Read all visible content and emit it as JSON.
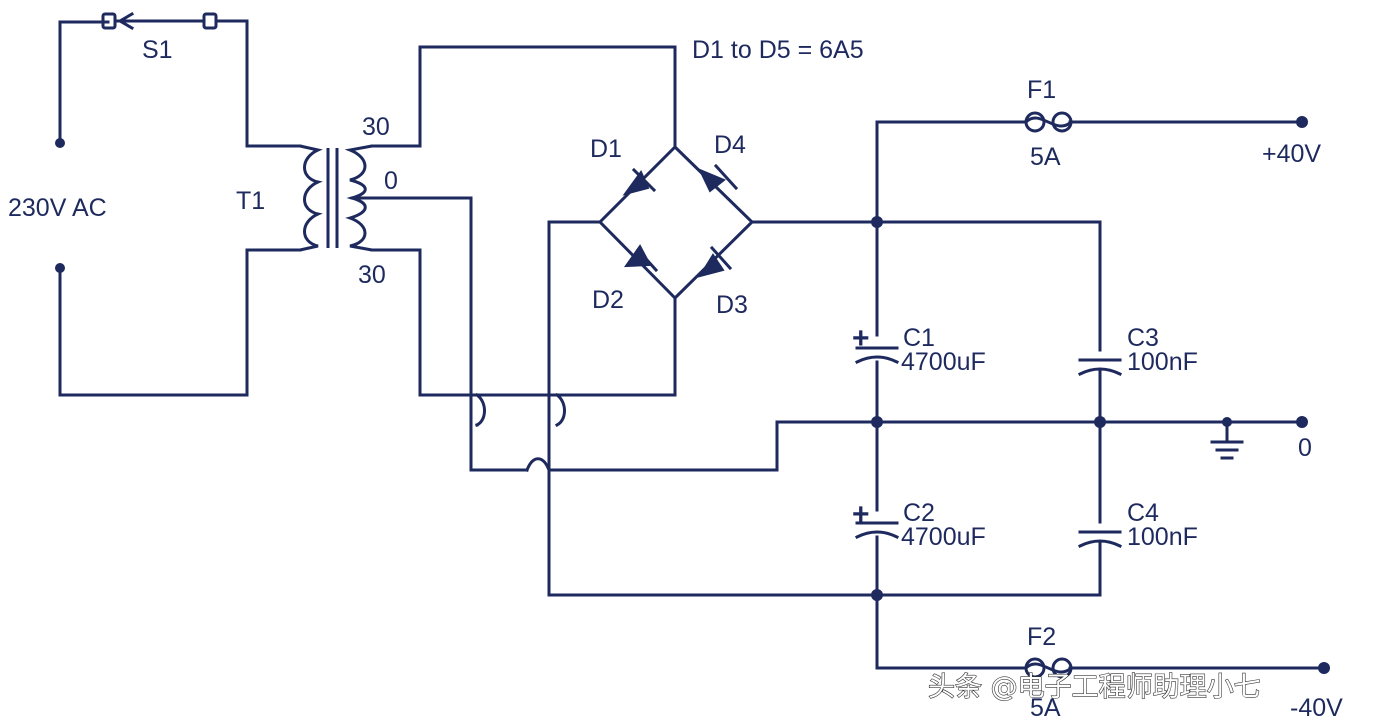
{
  "labels": {
    "switch": "S1",
    "mains": "230V AC",
    "transformer": "T1",
    "tap_top": "30",
    "tap_center": "0",
    "tap_bottom": "30",
    "diode_note": "D1 to D5 = 6A5",
    "d1": "D1",
    "d2": "D2",
    "d3": "D3",
    "d4": "D4",
    "fuse1": "F1",
    "fuse1_rating": "5A",
    "fuse2": "F2",
    "fuse2_rating": "5A",
    "out_pos": "+40V",
    "out_zero": "0",
    "out_neg": "-40V",
    "c1": "C1",
    "c1_value": "4700uF",
    "c2": "C2",
    "c2_value": "4700uF",
    "c3": "C3",
    "c3_value": "100nF",
    "c4": "C4",
    "c4_value": "100nF",
    "polarity_plus": "+"
  },
  "watermark": "头条 @电子工程师助理小七",
  "colors": {
    "ink": "#1e2a5e",
    "background": "#ffffff"
  }
}
